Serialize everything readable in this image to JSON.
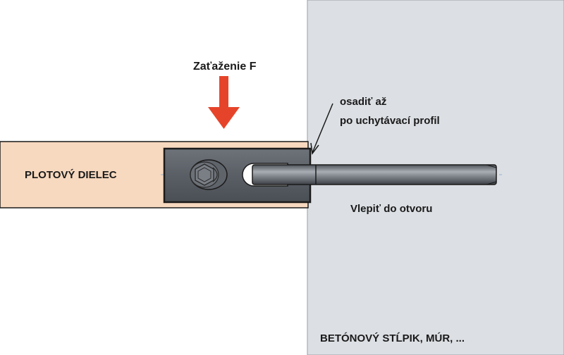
{
  "labels": {
    "load": "Zaťaženie F",
    "install_line1": "osadiť až",
    "install_line2": "po uchytávací profil",
    "panel": "PLOTOVÝ DIELEC",
    "glue": "Vlepiť do otvoru",
    "post": "BETÓNOVÝ STĹPIK, MÚR, ..."
  },
  "colors": {
    "background": "#ffffff",
    "wall": "#dcdfe3",
    "panel": "#f7d9bf",
    "bracket": "#5c6168",
    "rod": "#7b8087",
    "arrow": "#e6442a",
    "outline": "#1a1a1a"
  }
}
